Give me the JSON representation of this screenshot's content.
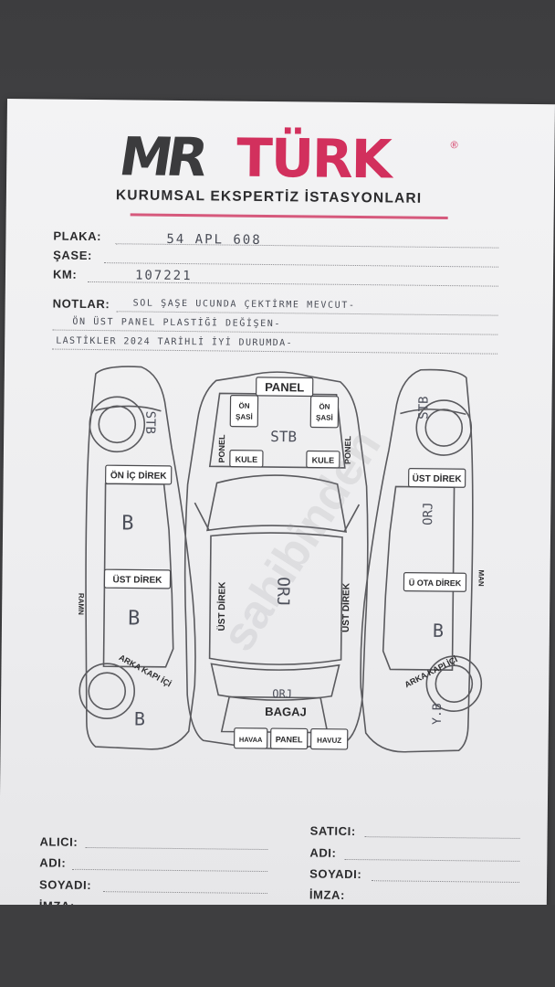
{
  "brand": {
    "logo_mr": "MR",
    "logo_turk": "TÜRK",
    "registered": "®",
    "subtitle": "KURUMSAL EKSPERTİZ İSTASYONLARI"
  },
  "fields": {
    "plaka_label": "PLAKA:",
    "plaka_value": "54 APL 608",
    "sase_label": "ŞASE:",
    "km_label": "KM:",
    "km_value": "107221",
    "notlar_label": "NOTLAR:",
    "notes": [
      "SOL ŞAŞE UCUNDA ÇEKTİRME MEVCUT-",
      "ÖN ÜST PANEL PLASTİĞİ DEĞİŞEN-",
      "LASTİKLER 2024 TARİHLİ İYİ DURUMDA-"
    ]
  },
  "diagram_labels": {
    "panel_top": "PANEL",
    "on_sasi_left": "ÖN\nŞASİ",
    "on_sasi_right": "ÖN\nŞASİ",
    "kule_left": "KULE",
    "kule_right": "KULE",
    "ponel_left": "PONEL",
    "ponel_right": "PONEL",
    "on_ic_direk": "ÖN İÇ DİREK",
    "ust_direk_left": "ÜST DİREK",
    "arka_kapi_ici_left": "ARKA KAPI İÇİ",
    "ust_direk_vertical_left": "ÜST DİREK",
    "ust_direk_vertical_right": "ÜST DİREK",
    "bagaj": "BAGAJ",
    "havaa": "HAVAA",
    "panel_bottom": "PANEL",
    "havuz": "HAVUZ",
    "ust_direk_right": "ÜST DİREK",
    "orta_direk_right": "Ü OTA DİREK",
    "arka_kapi_ici_right": "ARKA KAPI İÇİ",
    "side_left_text": "RAMN",
    "side_right_text": "MAN"
  },
  "annotations": {
    "stb_left": "STB",
    "stb_center": "STB",
    "stb_right": "STB",
    "b1": "B",
    "b2": "B",
    "b3": "B",
    "orj_center": "ORJ",
    "orj_bagaj": "ORJ",
    "orj_right": "ORJ",
    "b_right": "B",
    "yb_right": "Y.B"
  },
  "signature": {
    "alici_label": "ALICI:",
    "adi_label": "ADI:",
    "soyadi_label": "SOYADI:",
    "imza_label": "İMZA:",
    "satici_label": "SATICI:",
    "satici_adi_label": "ADI:",
    "satici_soyadi_label": "SOYADI:",
    "satici_imza_label": "İMZA:"
  },
  "watermark": "sahibinden"
}
